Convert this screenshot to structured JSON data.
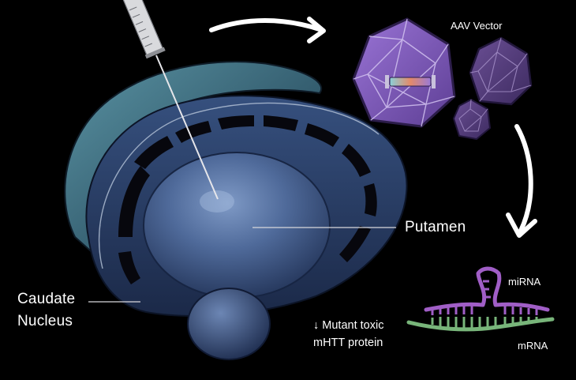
{
  "labels": {
    "aav_vector": "AAV Vector",
    "putamen": "Putamen",
    "caudate_line1": "Caudate",
    "caudate_line2": "Nucleus",
    "mirna": "miRNA",
    "mrna": "mRNA",
    "mutant_line1": "↓ Mutant toxic",
    "mutant_line2": "mHTT protein"
  },
  "colors": {
    "background": "#000000",
    "brain_outer": "#3f6f80",
    "brain_inner": "#2b3d66",
    "putamen": "#4d6796",
    "capsid_light": "#8a63c9",
    "capsid_dark": "#5a3f86",
    "mirna_strand": "#a05ec6",
    "mrna_strand": "#78b57a",
    "arrow": "#ffffff"
  },
  "icons": [
    "syringe-icon",
    "aav-capsid-icon",
    "curved-arrow-icon"
  ]
}
